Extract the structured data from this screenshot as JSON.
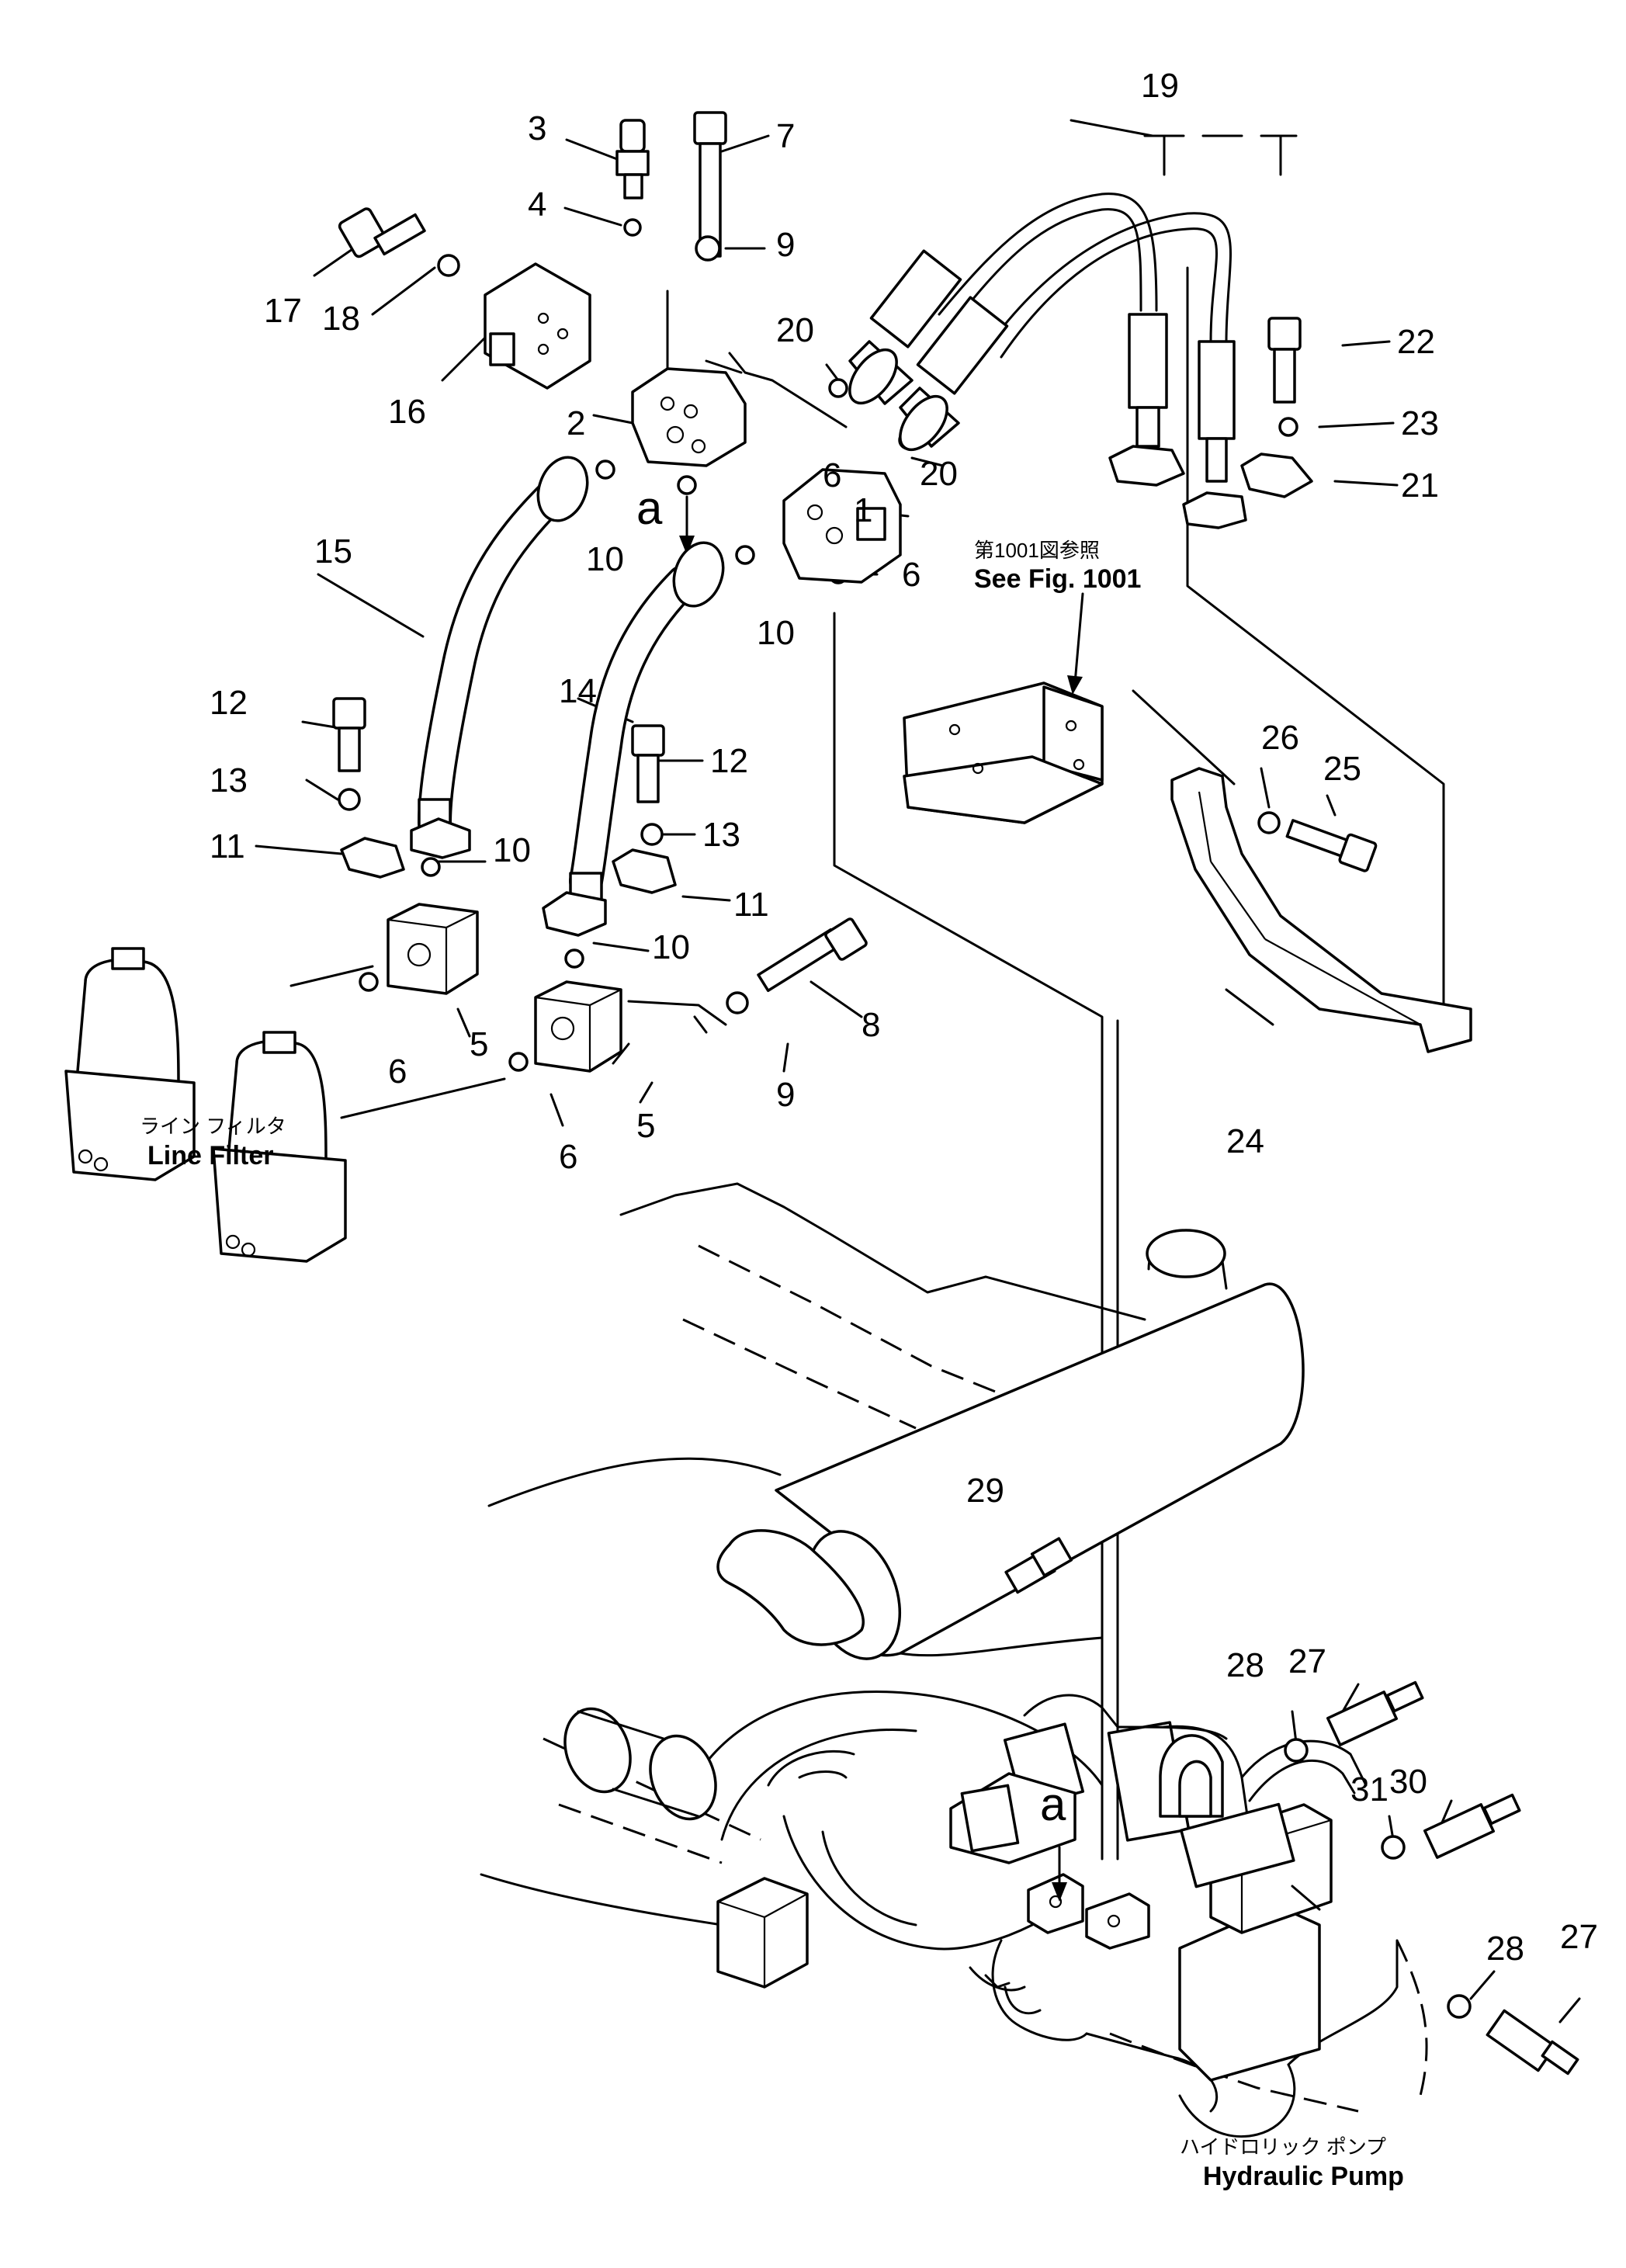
{
  "callouts": [
    {
      "label": "1"
    },
    {
      "label": "2"
    },
    {
      "label": "3"
    },
    {
      "label": "4"
    },
    {
      "label": "5"
    },
    {
      "label": "5"
    },
    {
      "label": "6"
    },
    {
      "label": "6"
    },
    {
      "label": "6"
    },
    {
      "label": "6"
    },
    {
      "label": "7"
    },
    {
      "label": "8"
    },
    {
      "label": "9"
    },
    {
      "label": "9"
    },
    {
      "label": "10"
    },
    {
      "label": "10"
    },
    {
      "label": "10"
    },
    {
      "label": "10"
    },
    {
      "label": "11"
    },
    {
      "label": "11"
    },
    {
      "label": "12"
    },
    {
      "label": "12"
    },
    {
      "label": "13"
    },
    {
      "label": "13"
    },
    {
      "label": "14"
    },
    {
      "label": "15"
    },
    {
      "label": "16"
    },
    {
      "label": "17"
    },
    {
      "label": "18"
    },
    {
      "label": "19"
    },
    {
      "label": "20"
    },
    {
      "label": "20"
    },
    {
      "label": "21"
    },
    {
      "label": "22"
    },
    {
      "label": "23"
    },
    {
      "label": "24"
    },
    {
      "label": "25"
    },
    {
      "label": "26"
    },
    {
      "label": "27"
    },
    {
      "label": "27"
    },
    {
      "label": "28"
    },
    {
      "label": "28"
    },
    {
      "label": "29"
    },
    {
      "label": "30"
    },
    {
      "label": "31"
    }
  ],
  "markers": {
    "a_top": "a",
    "a_bottom": "a"
  },
  "references": {
    "fig_ref_jp": "第1001図参照",
    "fig_ref_en": "See Fig. 1001",
    "line_filter_jp": "ライン フィルタ",
    "line_filter_en": "Line Filter",
    "hydraulic_pump_jp": "ハイドロリック ポンプ",
    "hydraulic_pump_en": "Hydraulic Pump"
  }
}
